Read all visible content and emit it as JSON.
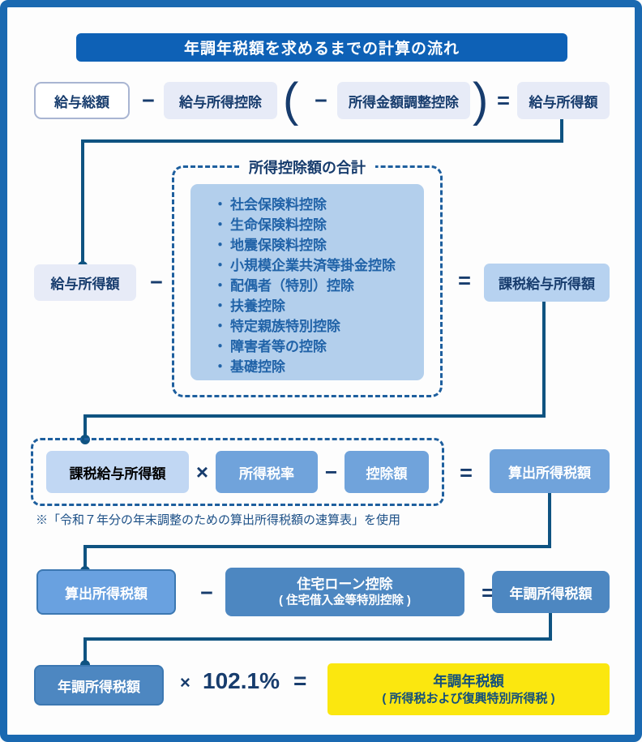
{
  "colors": {
    "frame": "#1a69b1",
    "titlebar": "#0e61b6",
    "navy": "#173c6d",
    "line": "#0f5381",
    "lightbox": "#e7ebf7",
    "listbox": "#b3cfec",
    "midlight": "#b7d2f0",
    "midlight2": "#c1d7f3",
    "midbox": "#70a3db",
    "steelbox": "#4d87c1",
    "steelborder": "#3c78b2",
    "yellow": "#fbe70f",
    "listtext": "#2163a8",
    "notetext": "#1b4f86",
    "yellowtext": "#134f7c",
    "dash": "#1e5f9e"
  },
  "title": "年調年税額を求めるまでの計算の流れ",
  "row1": {
    "gross": "給与総額",
    "minus1": "−",
    "deduction": "給与所得控除",
    "paren_open": "(",
    "minus2": "−",
    "adjustment": "所得金額調整控除",
    "paren_close": ")",
    "equals": "=",
    "result": "給与所得額"
  },
  "deductions": {
    "title": "所得控除額の合計",
    "bullet": "・",
    "items": [
      "社会保険料控除",
      "生命保険料控除",
      "地震保険料控除",
      "小規模企業共済等掛金控除",
      "配偶者（特別）控除",
      "扶養控除",
      "特定親族特別控除",
      "障害者等の控除",
      "基礎控除"
    ]
  },
  "row2": {
    "input": "給与所得額",
    "minus": "−",
    "equals": "=",
    "result": "課税給与所得額"
  },
  "row3": {
    "input": "課税給与所得額",
    "times": "×",
    "rate": "所得税率",
    "minus": "−",
    "deduction": "控除額",
    "equals": "=",
    "result": "算出所得税額"
  },
  "note": "※「令和７年分の年末調整のための算出所得税額の速算表」を使用",
  "row4": {
    "input": "算出所得税額",
    "minus": "−",
    "loan_line1": "住宅ローン控除",
    "loan_line2": "( 住宅借入金等特別控除 )",
    "equals": "=",
    "result": "年調所得税額"
  },
  "row5": {
    "input": "年調所得税額",
    "times": "×",
    "rate": "102.1%",
    "equals": "=",
    "result_line1": "年調年税額",
    "result_line2": "( 所得税および復興特別所得税 )"
  }
}
